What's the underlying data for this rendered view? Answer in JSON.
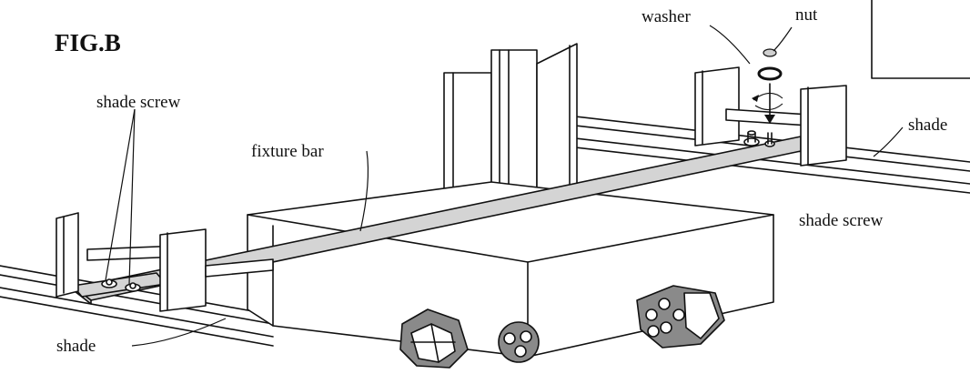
{
  "figure": {
    "title": "FIG.B",
    "labels": {
      "shade_screw_left": "shade screw",
      "fixture_bar": "fixture bar",
      "washer": "washer",
      "nut": "nut",
      "shade_right": "shade",
      "shade_screw_right": "shade screw",
      "shade_bottom": "shade"
    }
  }
}
